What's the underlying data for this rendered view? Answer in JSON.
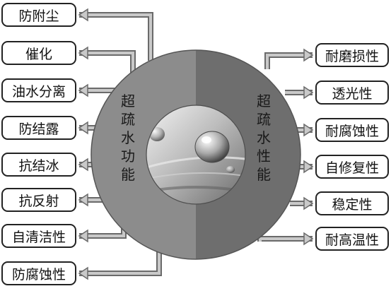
{
  "diagram": {
    "left_functions": [
      "防附尘",
      "催化",
      "油水分离",
      "防结露",
      "抗结冰",
      "抗反射",
      "自清洁性",
      "防腐蚀性"
    ],
    "right_properties": [
      "耐磨损性",
      "透光性",
      "耐腐蚀性",
      "自修复性",
      "稳定性",
      "耐高温性"
    ],
    "center_left_label": "超疏水功能",
    "center_right_label": "超疏水性能",
    "colors": {
      "left_half": "#8c8c8c",
      "right_half": "#6e6e6e",
      "arrow_fill": "#c9c9c9",
      "arrow_stroke": "#6a6a6a",
      "box_border": "#222222"
    },
    "center_image": "water-droplet-photo"
  }
}
